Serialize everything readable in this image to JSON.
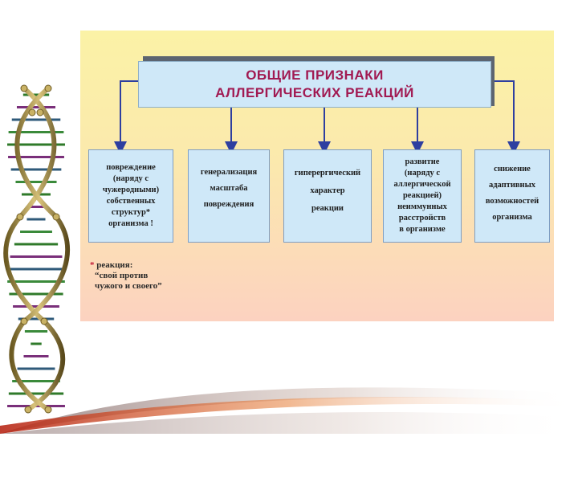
{
  "title": {
    "line1": "ОБЩИЕ   ПРИЗНАКИ",
    "line2": "АЛЛЕРГИЧЕСКИХ   РЕАКЦИЙ"
  },
  "cards": [
    {
      "lines": [
        "повреждение",
        "(наряду с",
        "чужеродными)",
        "собственных",
        "структур*",
        "организма !"
      ]
    },
    {
      "lines": [
        "генерализация",
        "масштаба",
        "повреждения"
      ]
    },
    {
      "lines": [
        "гиперергический",
        "характер",
        "реакции"
      ]
    },
    {
      "lines": [
        "развитие",
        "(наряду с",
        "аллергической",
        "реакцией)",
        "неиммунных",
        "расстройств",
        "в организме"
      ]
    },
    {
      "lines": [
        "снижение",
        "адаптивных",
        "возможностей",
        "организма"
      ]
    }
  ],
  "note": {
    "star": "*",
    "line1": " реакция:",
    "line2": "“свой против",
    "line3": "чужого и своего”"
  },
  "colors": {
    "title_text": "#a11a52",
    "card_fill": "#cfe8f8",
    "connector": "#2e3fa0"
  }
}
